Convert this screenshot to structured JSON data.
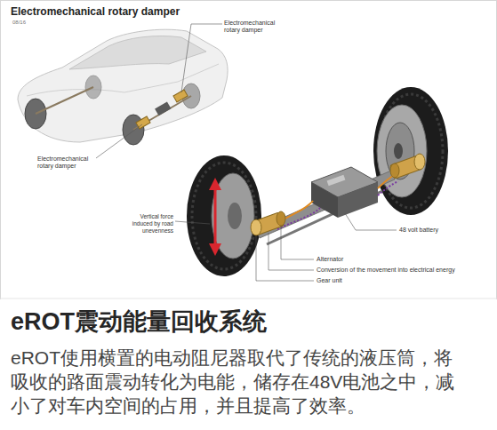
{
  "diagram": {
    "title": "Electromechanical rotary damper",
    "nodes": [
      {
        "text": [
          "eROT震动能量回收系统",
          "eROT使用横置的电动阻尼器取代了传统的液压筒，将 吸收的路面震动转化为电能，储存在48V电池之中，减 小了对车内空间的占用，并且提高了效率。"
        ]
      }
    ],
    "labels": [
      "08/16",
      "Electromechanical rotary damper",
      "Electromechanical rotary damper",
      "Vertical force induced by road unevenness",
      "48 volt battery",
      "Alternator",
      "Conversion of the movement into electrical energy",
      "Gear unit"
    ]
  }
}
